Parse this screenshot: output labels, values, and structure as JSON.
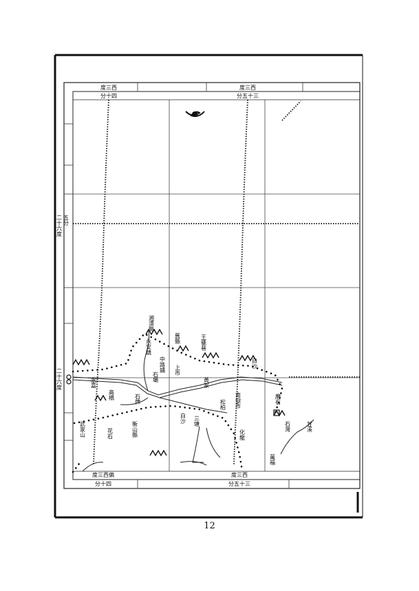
{
  "page_number": "12",
  "scale_labels": {
    "top_left_deg": "度三西",
    "top_left_min": "分十四",
    "top_right_deg": "度三西",
    "top_right_min": "分五十三",
    "bottom_left_deg": "度三西偏",
    "bottom_left_min": "分十四",
    "bottom_right_deg": "度三西",
    "bottom_right_min": "分五十三",
    "left_mid_min": "五分",
    "left_mid_deg": "二十六度",
    "left_low_deg": "二十六度"
  },
  "place_labels": [
    {
      "id": "a",
      "text": "湘潭縣"
    },
    {
      "id": "b",
      "text": "舊縣"
    },
    {
      "id": "c",
      "text": "永安鎮"
    },
    {
      "id": "d",
      "text": "王甕巷"
    },
    {
      "id": "e",
      "text": "中路鋪"
    },
    {
      "id": "f",
      "text": "上市"
    },
    {
      "id": "g",
      "text": "永嘉"
    },
    {
      "id": "h",
      "text": "石壩"
    },
    {
      "id": "i",
      "text": "黃家"
    },
    {
      "id": "j",
      "text": "白沙"
    },
    {
      "id": "k",
      "text": "石牌"
    },
    {
      "id": "l",
      "text": "南嶽市"
    },
    {
      "id": "m",
      "text": "磨石"
    },
    {
      "id": "n",
      "text": "高橋"
    },
    {
      "id": "o",
      "text": "松柏"
    },
    {
      "id": "p",
      "text": "武家山"
    },
    {
      "id": "q",
      "text": "白沙"
    },
    {
      "id": "r",
      "text": "三塘"
    },
    {
      "id": "s",
      "text": "衡山縣"
    },
    {
      "id": "t",
      "text": "花石"
    },
    {
      "id": "u",
      "text": "化龍"
    },
    {
      "id": "v",
      "text": "石灣"
    },
    {
      "id": "w",
      "text": "甘溪"
    },
    {
      "id": "x",
      "text": "萬福"
    }
  ],
  "colors": {
    "ink": "#111111",
    "paper": "#ffffff",
    "grid": "#444444"
  },
  "icons": [
    "compass-mark-icon",
    "mountain-icon"
  ]
}
